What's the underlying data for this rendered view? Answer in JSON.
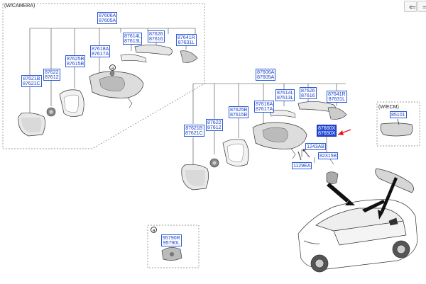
{
  "toolbar": {
    "back_glyph": "⇐",
    "forward_glyph": "⇒"
  },
  "titles": {
    "camera": "(W/CAMERA)",
    "ecm": "(W/ECM)"
  },
  "markers": {
    "a": "a"
  },
  "labels": {
    "cam_87605": [
      "87606A",
      "87605A"
    ],
    "cam_87614": [
      "87614L",
      "87613L"
    ],
    "cam_87626": [
      "87626",
      "87616"
    ],
    "cam_87641": [
      "87641R",
      "87631L"
    ],
    "cam_87618": [
      "87618A",
      "87617A"
    ],
    "cam_87625": [
      "87625B",
      "87615B"
    ],
    "cam_87622": [
      "87622",
      "87612"
    ],
    "cam_87621": [
      "87621B",
      "87621C"
    ],
    "main_87605": [
      "87606A",
      "87605A"
    ],
    "main_87614": [
      "87614L",
      "87613L"
    ],
    "main_87626": [
      "87626",
      "87616"
    ],
    "main_87641": [
      "87641R",
      "87631L"
    ],
    "main_87618": [
      "87616A",
      "87617A"
    ],
    "main_87625": [
      "87625B",
      "87615B"
    ],
    "main_87622": [
      "87622",
      "87612"
    ],
    "main_87621": [
      "87621B",
      "87621C"
    ],
    "main_87660": [
      "87660X",
      "87650X"
    ],
    "main_1243": "1243AB",
    "main_82315": "82315B",
    "main_1129": "1129EA",
    "ecm_85101": "85101",
    "a_95790": [
      "95790R",
      "95790L"
    ]
  },
  "colors": {
    "label_text": "#1f45c8",
    "label_border": "#2a5bd7",
    "highlight_bg": "#2146d6",
    "callout_arrow": "#e01b1b"
  }
}
